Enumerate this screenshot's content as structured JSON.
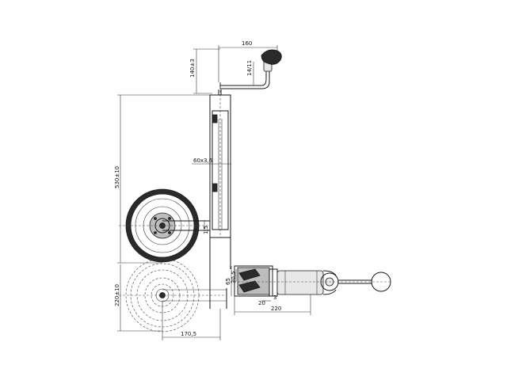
{
  "dimensions": {
    "top_width": "160",
    "crank_height": "140±3",
    "handle_dim": "14/11",
    "tube_dia": "60x3,6",
    "total_height": "530±10",
    "small_offset": "1,5",
    "stowed_height": "220±10",
    "bottom_width": "170,5",
    "side_height": "65",
    "side_small": "30,5",
    "side_offset_a": "20",
    "side_offset_b": "3",
    "side_length": "220"
  },
  "colors": {
    "line": "#1a1a1a",
    "tire": "#2a2a2a",
    "hub": "#bdbdbd"
  }
}
